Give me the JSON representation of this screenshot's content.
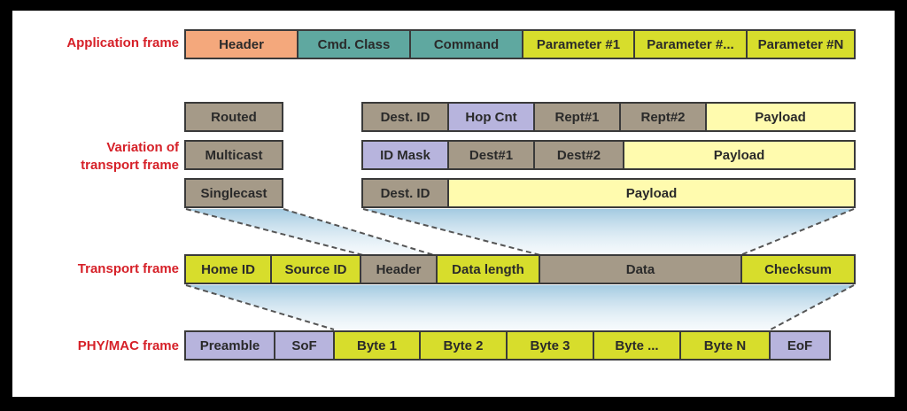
{
  "labels": {
    "application": "Application frame",
    "variation_line1": "Variation of",
    "variation_line2": "transport frame",
    "transport": "Transport frame",
    "phymac": "PHY/MAC frame"
  },
  "application_frame": [
    "Header",
    "Cmd. Class",
    "Command",
    "Parameter #1",
    "Parameter #...",
    "Parameter #N"
  ],
  "variation_types": [
    "Routed",
    "Multicast",
    "Singlecast"
  ],
  "routed_frame": [
    "Dest. ID",
    "Hop Cnt",
    "Rept#1",
    "Rept#2",
    "Payload"
  ],
  "multicast_frame": [
    "ID Mask",
    "Dest#1",
    "Dest#2",
    "Payload"
  ],
  "singlecast_frame": [
    "Dest. ID",
    "Payload"
  ],
  "transport_frame": [
    "Home ID",
    "Source ID",
    "Header",
    "Data length",
    "Data",
    "Checksum"
  ],
  "phymac_frame": [
    "Preamble",
    "SoF",
    "Byte 1",
    "Byte 2",
    "Byte 3",
    "Byte ...",
    "Byte N",
    "EoF"
  ],
  "colors": {
    "label_red": "#d62028",
    "orange": "#f4a87c",
    "teal": "#5fa8a0",
    "lime": "#d7dd2c",
    "taupe": "#a59a88",
    "lavender": "#b7b4dd",
    "cream": "#fffbae"
  }
}
